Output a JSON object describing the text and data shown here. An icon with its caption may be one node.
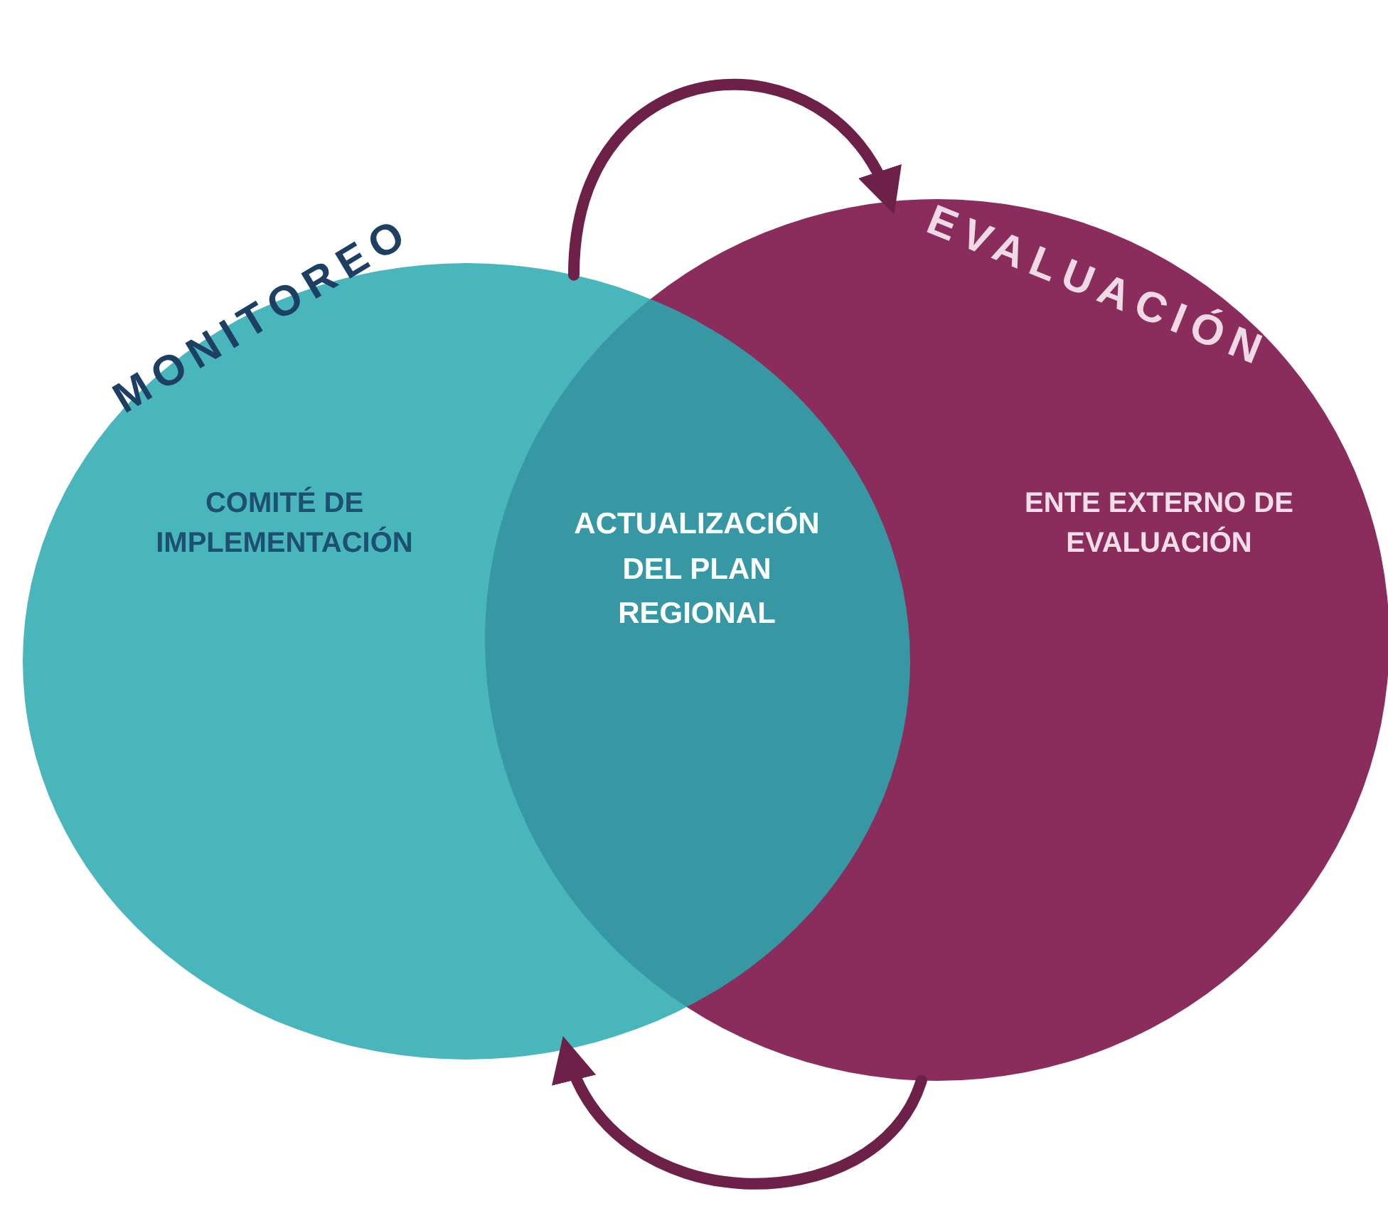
{
  "diagram": {
    "nodes": [
      {
        "text": [
          "MONITOREO",
          "COMITÉ DE IMPLEMENTACIÓN"
        ]
      },
      {
        "text": [
          "EVALUACIÓN",
          "ENTE EXTERNO DE EVALUACIÓN"
        ]
      },
      {
        "text": [
          "ACTUALIZACIÓN DEL PLAN REGIONAL"
        ]
      }
    ],
    "edges": [
      {
        "from": 0,
        "to": 1,
        "arrow": "to"
      },
      {
        "from": 1,
        "to": 0,
        "arrow": "to"
      }
    ]
  }
}
